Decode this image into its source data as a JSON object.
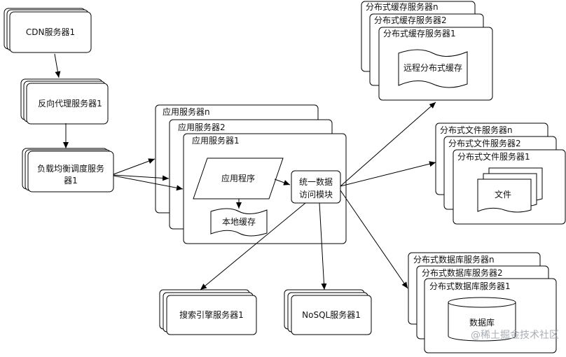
{
  "cdn": {
    "label": "CDN服务器1"
  },
  "proxy": {
    "label": "反向代理服务器1"
  },
  "load_balancer": {
    "line1": "负载均衡调度服务",
    "line2": "器1"
  },
  "app_servers": {
    "titles": [
      "应用服务器n",
      "应用服务器2",
      "应用服务器1"
    ],
    "program": "应用程序",
    "local_cache": "本地缓存",
    "data_access_line1": "统一数据",
    "data_access_line2": "访问模块"
  },
  "cache_servers": {
    "titles": [
      "分布式缓存服务器n",
      "分布式缓存服务器2",
      "分布式缓存服务器1"
    ],
    "content": "远程分布式缓存"
  },
  "file_servers": {
    "titles": [
      "分布式文件服务器n",
      "分布式文件服务器2",
      "分布式文件服务器1"
    ],
    "content": "文件"
  },
  "db_servers": {
    "titles": [
      "分布式数据库服务器n",
      "分布式数据库服务器2",
      "分布式数据库服务器1"
    ],
    "content": "数据库"
  },
  "search": {
    "label": "搜索引擎服务器1"
  },
  "nosql": {
    "label": "NoSQL服务器1"
  },
  "watermark": "@稀土掘金技术社区"
}
